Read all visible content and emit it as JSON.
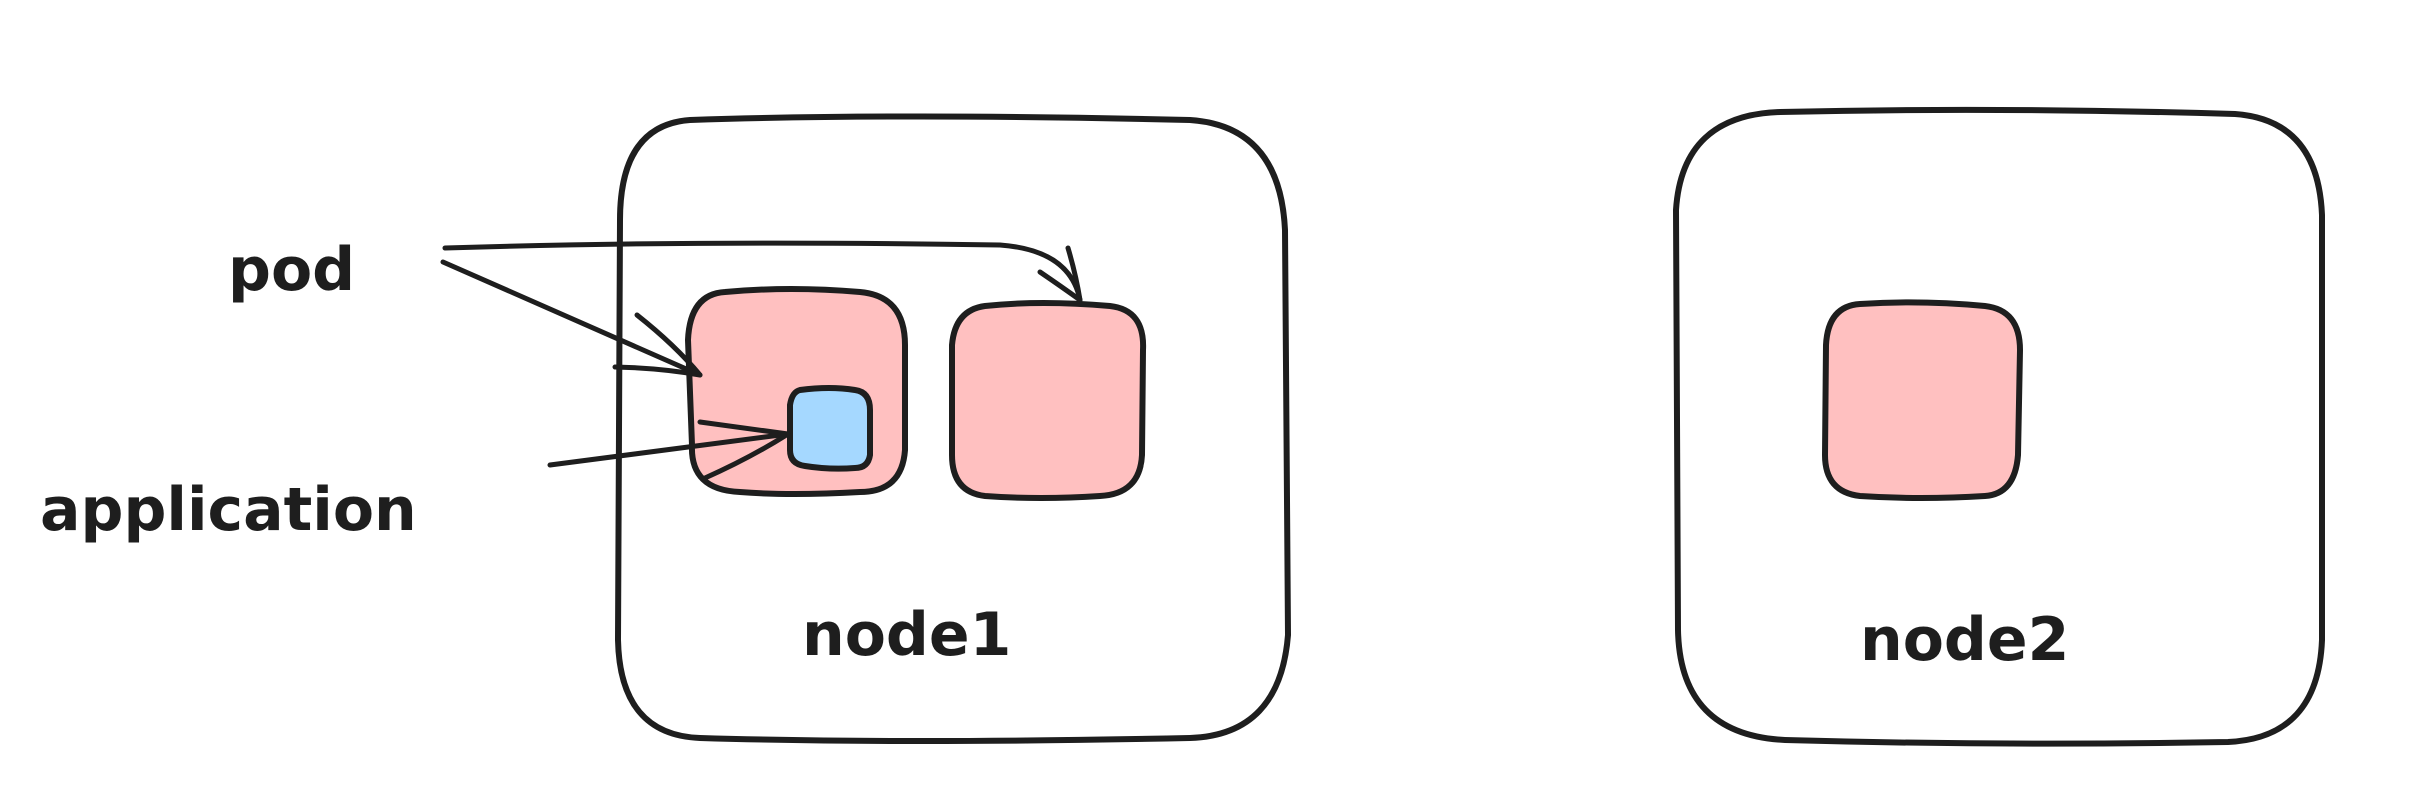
{
  "diagram": {
    "colors": {
      "stroke": "#1e1e1e",
      "node_fill": "#ffffff",
      "pod_fill": "#ffc0c0",
      "application_fill": "#a5d8ff",
      "background": "#ffffff"
    },
    "annotations": {
      "pod_label": "pod",
      "application_label": "application"
    },
    "nodes": [
      {
        "label": "node1",
        "pod_count": 2,
        "has_application": true
      },
      {
        "label": "node2",
        "pod_count": 1,
        "has_application": false
      }
    ]
  }
}
